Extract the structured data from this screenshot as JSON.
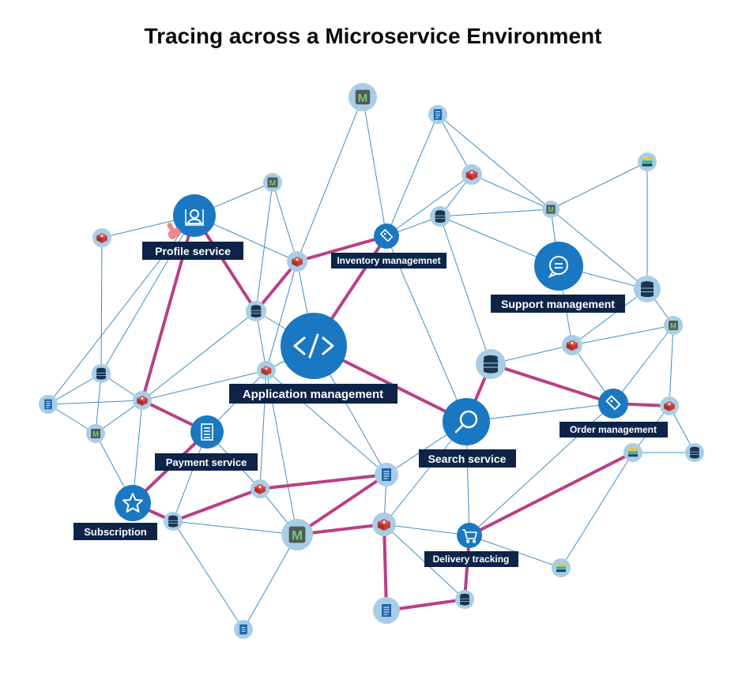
{
  "title": "Tracing across a Microservice Environment",
  "colors": {
    "background": "#ffffff",
    "thin_edge": "#3d8fc4",
    "trace_edge": "#b93f85",
    "node_halo": "#a9cde6",
    "service_fill": "#1a78c2",
    "label_fill": "#0d2348",
    "label_text": "#ffffff"
  },
  "services": [
    {
      "id": "profile",
      "label": "Profile service",
      "icon": "user-icon"
    },
    {
      "id": "inventory",
      "label": "Inventory managemnet",
      "icon": "tag-icon"
    },
    {
      "id": "support",
      "label": "Support management",
      "icon": "chat-icon"
    },
    {
      "id": "app",
      "label": "Application management",
      "icon": "code-icon"
    },
    {
      "id": "search",
      "label": "Search service",
      "icon": "search-icon"
    },
    {
      "id": "order",
      "label": "Order management",
      "icon": "tag-icon"
    },
    {
      "id": "payment",
      "label": "Payment service",
      "icon": "document-icon"
    },
    {
      "id": "subscription",
      "label": "Subscription",
      "icon": "star-icon"
    },
    {
      "id": "delivery",
      "label": "Delivery tracking",
      "icon": "cart-icon"
    }
  ],
  "nodes": [
    {
      "id": "m1",
      "icon": "m-logo-icon"
    },
    {
      "id": "log1",
      "icon": "log-file-icon"
    },
    {
      "id": "red1",
      "icon": "redis-cube-icon"
    },
    {
      "id": "elk1",
      "icon": "elastic-icon"
    },
    {
      "id": "m2",
      "icon": "m-logo-icon"
    },
    {
      "id": "red2",
      "icon": "redis-cube-icon"
    },
    {
      "id": "db1",
      "icon": "database-icon"
    },
    {
      "id": "m3",
      "icon": "m-logo-icon"
    },
    {
      "id": "red3",
      "icon": "redis-cube-icon"
    },
    {
      "id": "db2",
      "icon": "database-icon"
    },
    {
      "id": "db3",
      "icon": "database-icon"
    },
    {
      "id": "m4",
      "icon": "m-logo-icon"
    },
    {
      "id": "red4",
      "icon": "redis-cube-icon"
    },
    {
      "id": "db4",
      "icon": "database-icon"
    },
    {
      "id": "red5",
      "icon": "redis-cube-icon"
    },
    {
      "id": "db5",
      "icon": "database-icon"
    },
    {
      "id": "red6",
      "icon": "redis-cube-icon"
    },
    {
      "id": "log2",
      "icon": "log-file-icon"
    },
    {
      "id": "m5",
      "icon": "m-logo-icon"
    },
    {
      "id": "red7",
      "icon": "redis-cube-icon"
    },
    {
      "id": "elk2",
      "icon": "elastic-icon"
    },
    {
      "id": "db6",
      "icon": "database-icon"
    },
    {
      "id": "red8",
      "icon": "redis-cube-icon"
    },
    {
      "id": "log3",
      "icon": "log-file-icon"
    },
    {
      "id": "db7",
      "icon": "database-icon"
    },
    {
      "id": "m6",
      "icon": "m-logo-icon"
    },
    {
      "id": "red9",
      "icon": "redis-cube-icon"
    },
    {
      "id": "elk3",
      "icon": "elastic-icon"
    },
    {
      "id": "log4",
      "icon": "log-file-icon"
    },
    {
      "id": "db8",
      "icon": "database-icon"
    },
    {
      "id": "doc1",
      "icon": "document-icon"
    }
  ],
  "trace_edges": [
    [
      "profile",
      "red4"
    ],
    [
      "profile",
      "db4"
    ],
    [
      "db4",
      "red3"
    ],
    [
      "red3",
      "inventory"
    ],
    [
      "inventory",
      "app"
    ],
    [
      "app",
      "search"
    ],
    [
      "search",
      "db5"
    ],
    [
      "db5",
      "order"
    ],
    [
      "order",
      "red7"
    ],
    [
      "red4",
      "payment"
    ],
    [
      "payment",
      "subscription"
    ],
    [
      "subscription",
      "db8"
    ],
    [
      "db8",
      "red6"
    ],
    [
      "red6",
      "log2"
    ],
    [
      "log2",
      "m6"
    ],
    [
      "m6",
      "red9"
    ],
    [
      "red9",
      "log4"
    ],
    [
      "log4",
      "db7"
    ],
    [
      "db7",
      "delivery"
    ],
    [
      "delivery",
      "elk2"
    ]
  ],
  "thin_edges": [
    [
      "m1",
      "red3"
    ],
    [
      "m1",
      "inventory"
    ],
    [
      "log1",
      "inventory"
    ],
    [
      "log1",
      "red2"
    ],
    [
      "log1",
      "m3"
    ],
    [
      "red2",
      "inventory"
    ],
    [
      "red2",
      "db1"
    ],
    [
      "red2",
      "m3"
    ],
    [
      "elk1",
      "m3"
    ],
    [
      "elk1",
      "db2"
    ],
    [
      "db1",
      "inventory"
    ],
    [
      "db1",
      "m3"
    ],
    [
      "db1",
      "support"
    ],
    [
      "db1",
      "db5"
    ],
    [
      "m3",
      "db2"
    ],
    [
      "m3",
      "support"
    ],
    [
      "support",
      "db2"
    ],
    [
      "support",
      "red8"
    ],
    [
      "db2",
      "m4"
    ],
    [
      "db2",
      "red8"
    ],
    [
      "m4",
      "red8"
    ],
    [
      "m4",
      "order"
    ],
    [
      "m4",
      "red7"
    ],
    [
      "red8",
      "db5"
    ],
    [
      "red8",
      "order"
    ],
    [
      "profile",
      "m2"
    ],
    [
      "m2",
      "red3"
    ],
    [
      "m2",
      "db4"
    ],
    [
      "red1",
      "profile"
    ],
    [
      "red1",
      "db3"
    ],
    [
      "profile",
      "red3"
    ],
    [
      "db3",
      "red4"
    ],
    [
      "db3",
      "log3"
    ],
    [
      "db3",
      "m5"
    ],
    [
      "log3",
      "red4"
    ],
    [
      "log3",
      "m5"
    ],
    [
      "m5",
      "red4"
    ],
    [
      "m5",
      "subscription"
    ],
    [
      "red4",
      "db4"
    ],
    [
      "red4",
      "red5"
    ],
    [
      "red4",
      "subscription"
    ],
    [
      "red3",
      "app"
    ],
    [
      "red3",
      "red5"
    ],
    [
      "db4",
      "app"
    ],
    [
      "db4",
      "red5"
    ],
    [
      "red5",
      "app"
    ],
    [
      "red5",
      "payment"
    ],
    [
      "red5",
      "red6"
    ],
    [
      "red5",
      "m6"
    ],
    [
      "red5",
      "log2"
    ],
    [
      "app",
      "log2"
    ],
    [
      "inventory",
      "search"
    ],
    [
      "search",
      "log2"
    ],
    [
      "search",
      "red9"
    ],
    [
      "search",
      "delivery"
    ],
    [
      "search",
      "order"
    ],
    [
      "order",
      "red7"
    ],
    [
      "red7",
      "db6"
    ],
    [
      "elk2",
      "db6"
    ],
    [
      "elk2",
      "red7"
    ],
    [
      "elk2",
      "elk3"
    ],
    [
      "delivery",
      "elk3"
    ],
    [
      "delivery",
      "order"
    ],
    [
      "red9",
      "delivery"
    ],
    [
      "red9",
      "db7"
    ],
    [
      "log2",
      "red9"
    ],
    [
      "log2",
      "red6"
    ],
    [
      "payment",
      "db8"
    ],
    [
      "db8",
      "doc1"
    ],
    [
      "db8",
      "m6"
    ],
    [
      "red6",
      "m6"
    ],
    [
      "m6",
      "doc1"
    ],
    [
      "payment",
      "red6"
    ],
    [
      "log3",
      "profile"
    ],
    [
      "db3",
      "profile"
    ]
  ]
}
